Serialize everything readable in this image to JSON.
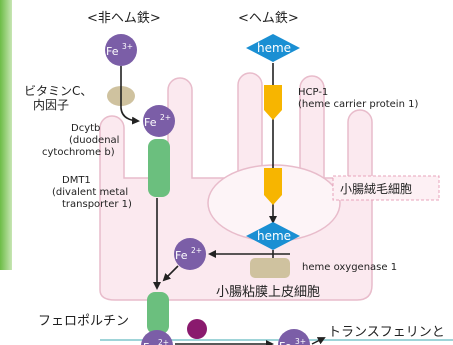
{
  "headings": {
    "non_heme_iron": "<非ヘム鉄>",
    "heme_iron": "<ヘム鉄>"
  },
  "ions": {
    "fe": "Fe",
    "ferric": "3+",
    "ferrous": "2+"
  },
  "heme_label": "heme",
  "labels": {
    "vitamin_c_line1": "ビタミンC、",
    "vitamin_c_line2": "内因子",
    "dcytb_line1": "Dcytb",
    "dcytb_line2": "(duodenal",
    "dcytb_line3": "cytochrome b)",
    "dmt1_line1": "DMT1",
    "dmt1_line2": "(divalent metal",
    "dmt1_line3": "transporter 1)",
    "hcp1_line1": "HCP-1",
    "hcp1_line2": "(heme carrier protein 1)",
    "microvillus_cell": "小腸絨毛細胞",
    "heme_oxygenase": "heme oxygenase 1",
    "epithelial_cell": "小腸粘膜上皮細胞",
    "ferroportin": "フェロポルチン",
    "transferrin": "トランスフェリンと"
  },
  "colors": {
    "iron_ion": "#7b5ea7",
    "heme": "#1a8fd3",
    "transporter": "#6bbf7e",
    "hcp1": "#f7b500",
    "cell_body": "#fbe9ef",
    "cell_outline": "#e8bccb",
    "factor_blob": "#cfc29f",
    "hephaestin": "#8a1a6e",
    "side_bar": "#6cbc45",
    "arrow": "#222222"
  }
}
